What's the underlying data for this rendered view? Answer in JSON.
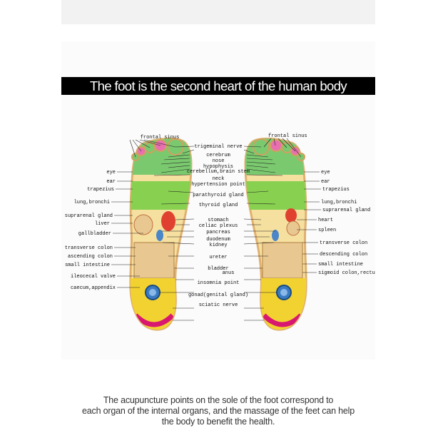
{
  "title": "The foot is the second heart of the human body",
  "caption": {
    "line1": "The acupuncture points on the sole of the foot correspond to",
    "line2": "each organ of the internal organs, and the massage of the feet can help",
    "line3": "the body to benefit the health."
  },
  "left_labels": {
    "frontal_sinus": "frontal sinus",
    "eye": "eye",
    "ear": "ear",
    "trapezius": "trapezius",
    "lung_bronchi": "lung,bronchi",
    "suprarenal_gland": "suprarenal gland",
    "liver": "liver",
    "gallbladder": "gallbladder",
    "transverse_colon": "transverse colon",
    "ascending_colon": "ascending colon",
    "small_intestine": "small intestine",
    "ileocecal_valve": "ileocecal valve",
    "caecum_appendix": "caecum,appendix"
  },
  "center_labels": {
    "trigeminal_nerve": "trigeminal nerve",
    "cerebrum": "cerebrum",
    "nose": "nose",
    "hypophysis": "hypophysis",
    "cerebellum_brain_stem": "cerebellum,brain stem",
    "neck": "neck",
    "hypertension_point": "hypertension point",
    "parathyroid_gland": "parathyroid gland",
    "thyroid_gland": "thyroid gland",
    "stomach": "stomach",
    "coeliac_plexus": "celiac plexus",
    "pancreas": "pancreas",
    "duodenum": "duodenum",
    "kidney": "kidney",
    "ureter": "ureter",
    "bladder": "bladder",
    "anus": "anus",
    "insomnia_point": "insomnia point",
    "gonad": "gonad(genital gland)",
    "sciatic_nerve": "sciatic nerve"
  },
  "right_labels": {
    "frontal_sinus": "frontal sinus",
    "eye": "eye",
    "ear": "ear",
    "trapezius": "trapezius",
    "lung_bronchi": "lung,bronchi",
    "suprarenal_gland": "suprarenal gland",
    "heart": "heart",
    "spleen": "spleen",
    "transverse_colon": "transverse colon",
    "descending_colon": "descending colon",
    "small_intestine": "small intestine",
    "sigmoid_colon_rectum": "sigmoid colon,rectum"
  },
  "colors": {
    "title_bar": "#000000",
    "foot_outline": "#e0b070",
    "foot_fill": "#f6e0a0",
    "toe_green": "#7bc96f",
    "lung_green": "#88d050",
    "heel_yellow": "#f2d230",
    "heel_arc": "#d81870",
    "organ_red": "#e04030",
    "organ_pink": "#e870b0",
    "colon_tan": "#e8c890",
    "kidney_blue": "#4a86c8"
  }
}
